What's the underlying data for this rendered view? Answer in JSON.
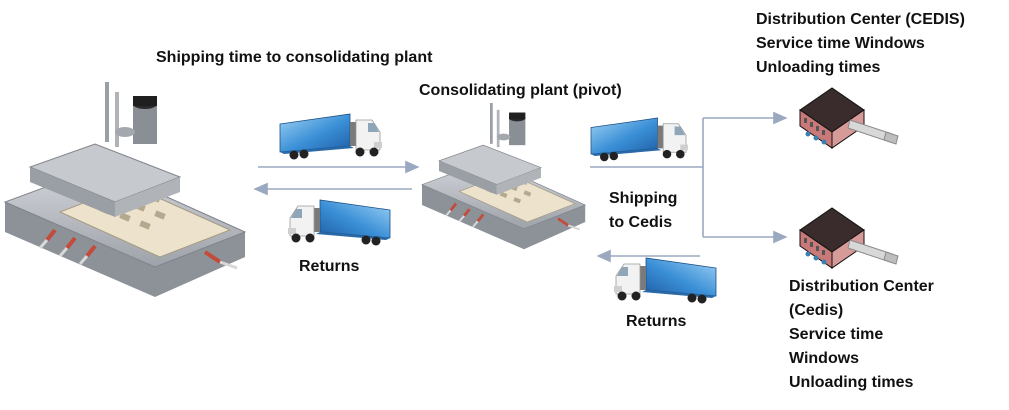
{
  "labels": {
    "shipping_time": "Shipping time to consolidating plant",
    "consolidating_plant": "Consolidating plant (pivot)",
    "returns_left": "Returns",
    "shipping_to_cedis_line1": "Shipping",
    "shipping_to_cedis_line2": "to Cedis",
    "returns_right": "Returns",
    "cedis_top": [
      "Distribution Center (CEDIS)",
      "Service time Windows",
      "Unloading times"
    ],
    "cedis_bottom": [
      "Distribution Center",
      "(Cedis)",
      "Service time",
      "Windows",
      "Unloading times"
    ]
  },
  "icons": {
    "main_plant": "factory-icon",
    "pivot_plant": "factory-icon",
    "truck": "truck-icon",
    "distribution_center": "warehouse-icon"
  },
  "colors": {
    "trailer": "#3a8fd6",
    "trailer_light": "#9fd3f5",
    "cab": "#f2f2f2",
    "plant_roof": "#b9bdc4",
    "plant_floor": "#e9dfc9",
    "dc_box": "#2a1f1f",
    "arrow": "#9aa8c0"
  }
}
